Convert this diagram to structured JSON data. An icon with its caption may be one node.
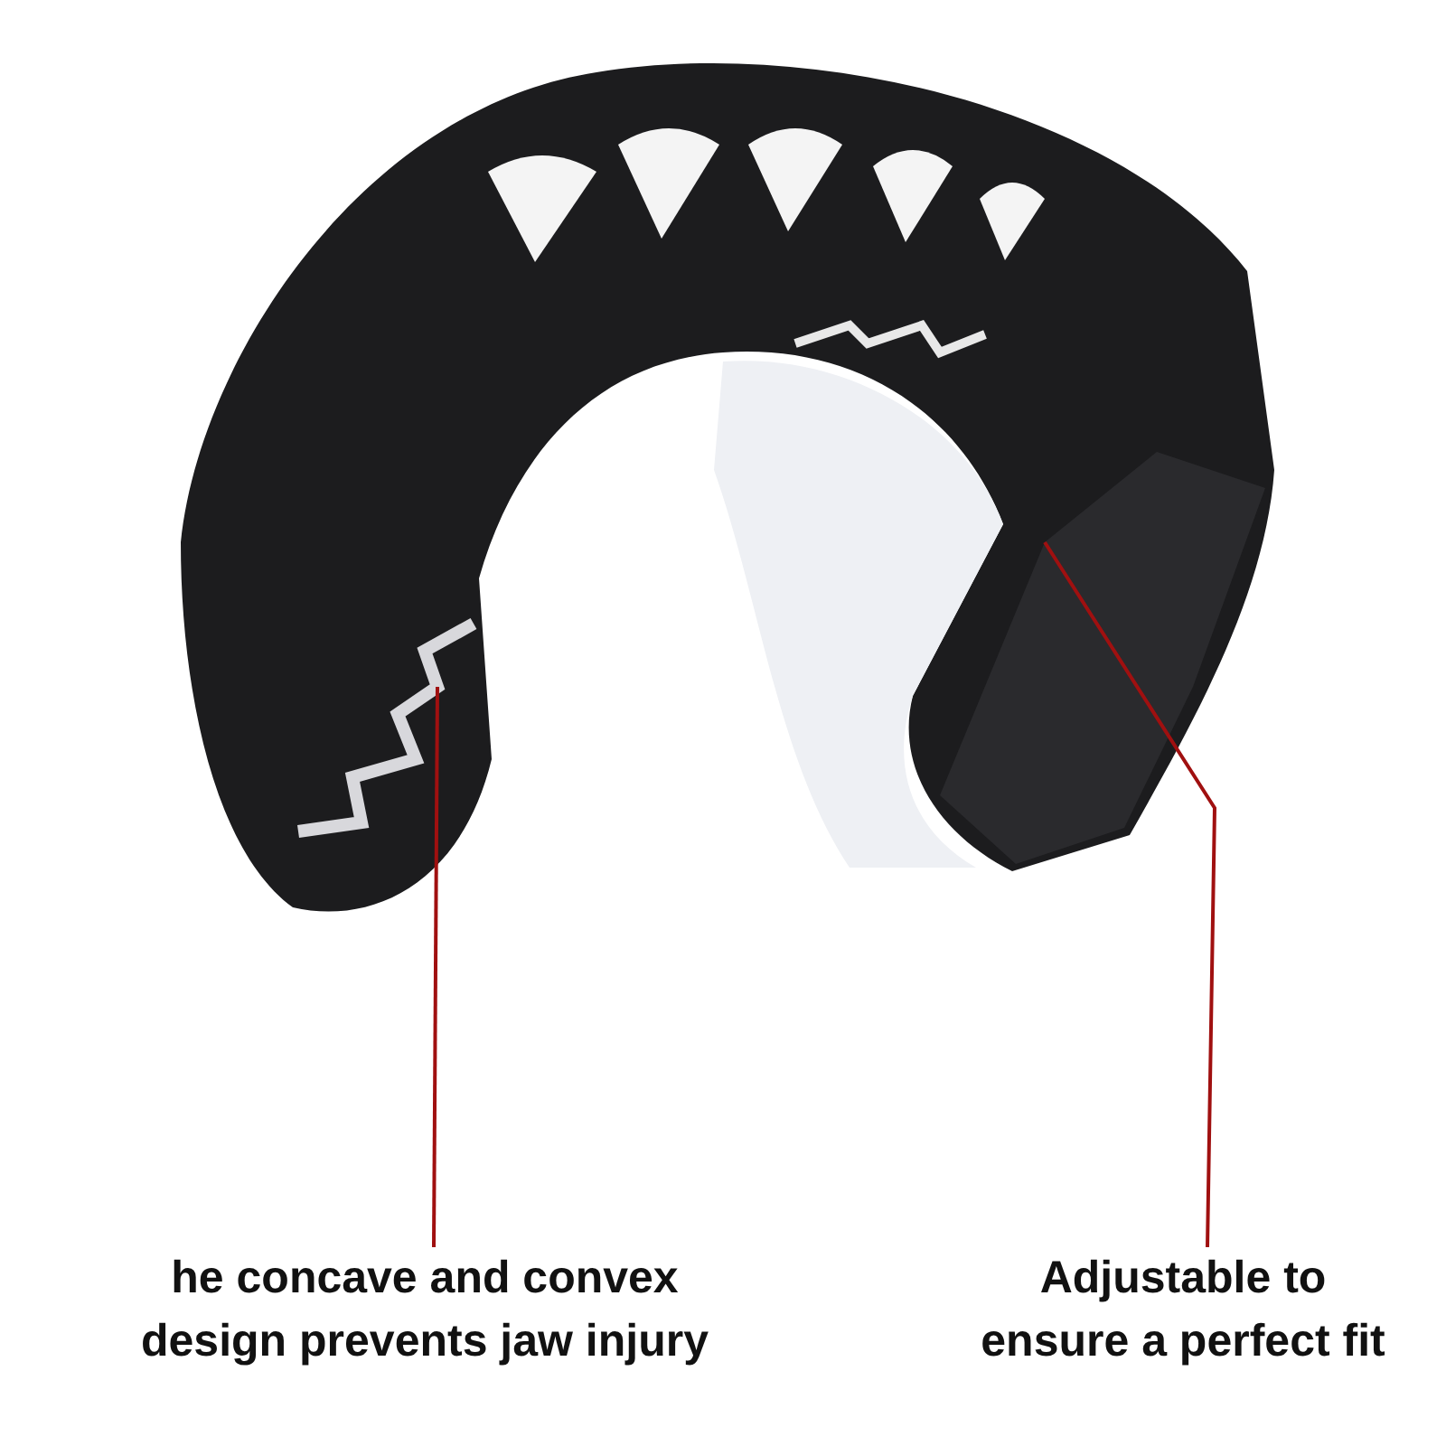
{
  "diagram": {
    "nodes": [
      {
        "text": [
          "he concave and convex design prevents jaw injury"
        ]
      },
      {
        "text": [
          "Adjustable to ensure a perfect fit"
        ]
      },
      {
        "text": [],
        "shape": "picture"
      },
      {
        "text": [],
        "shape": "picture"
      }
    ],
    "edges": [
      {
        "from": 0,
        "to": 2,
        "arrow": "none"
      },
      {
        "from": 1,
        "to": 3,
        "arrow": "none"
      }
    ]
  }
}
